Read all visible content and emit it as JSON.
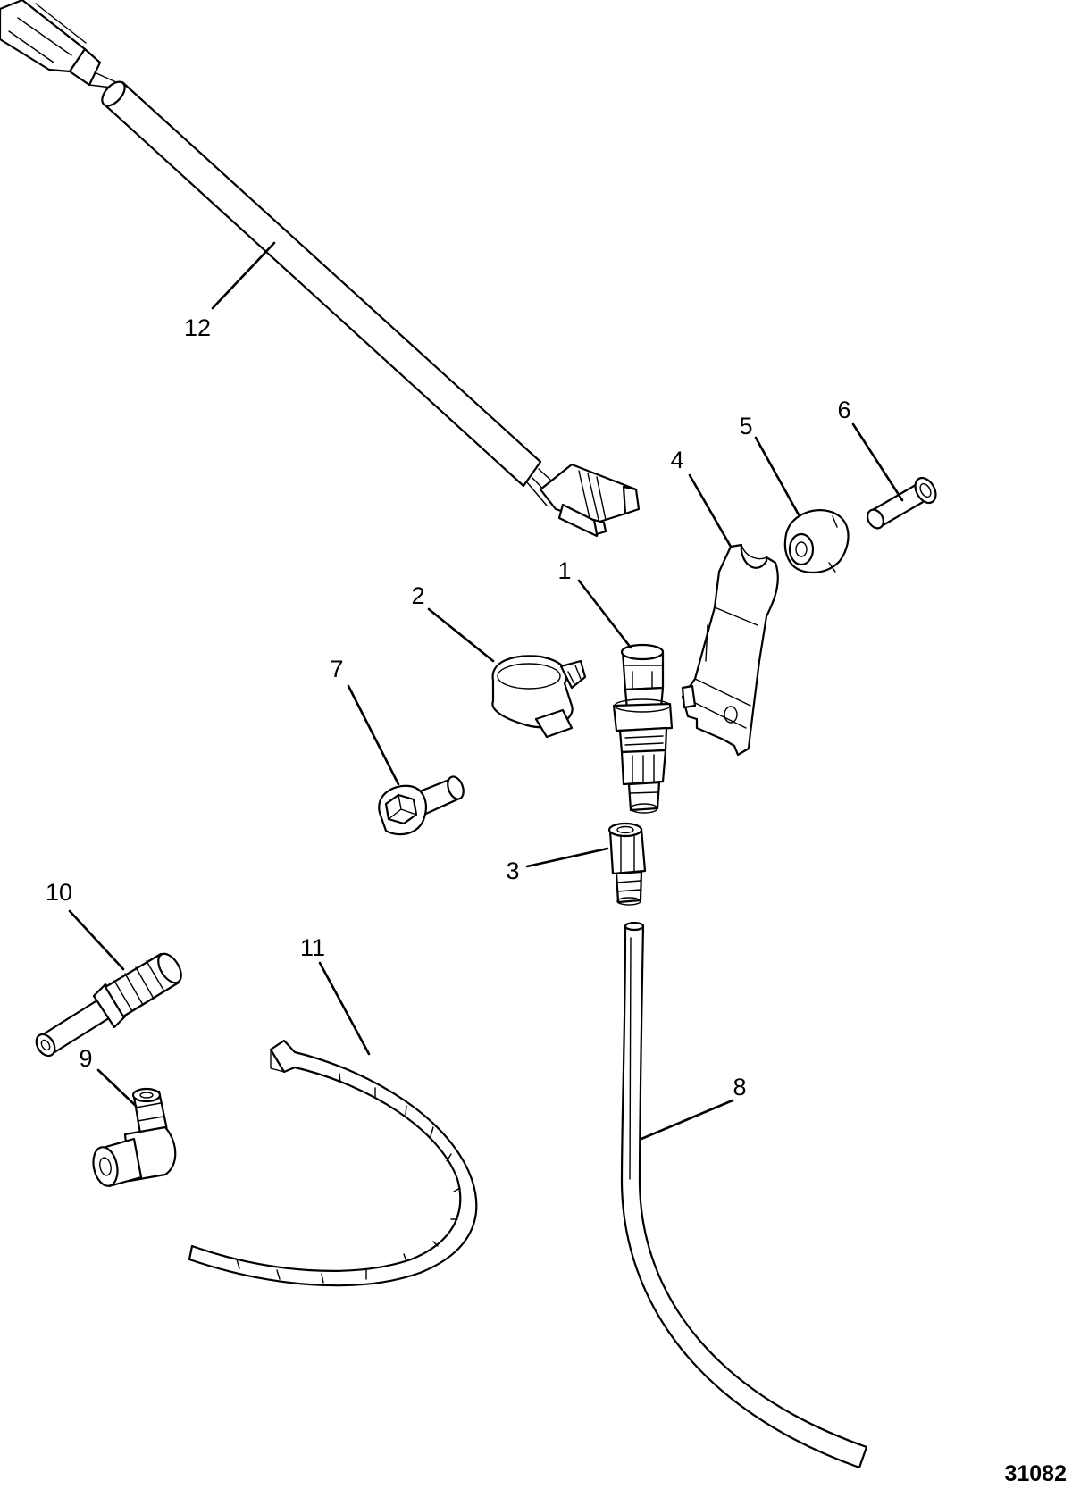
{
  "diagram": {
    "figure_number": "31082",
    "callouts": [
      {
        "label": "1"
      },
      {
        "label": "2"
      },
      {
        "label": "3"
      },
      {
        "label": "4"
      },
      {
        "label": "5"
      },
      {
        "label": "6"
      },
      {
        "label": "7"
      },
      {
        "label": "8"
      },
      {
        "label": "9"
      },
      {
        "label": "10"
      },
      {
        "label": "11"
      },
      {
        "label": "12"
      }
    ]
  }
}
